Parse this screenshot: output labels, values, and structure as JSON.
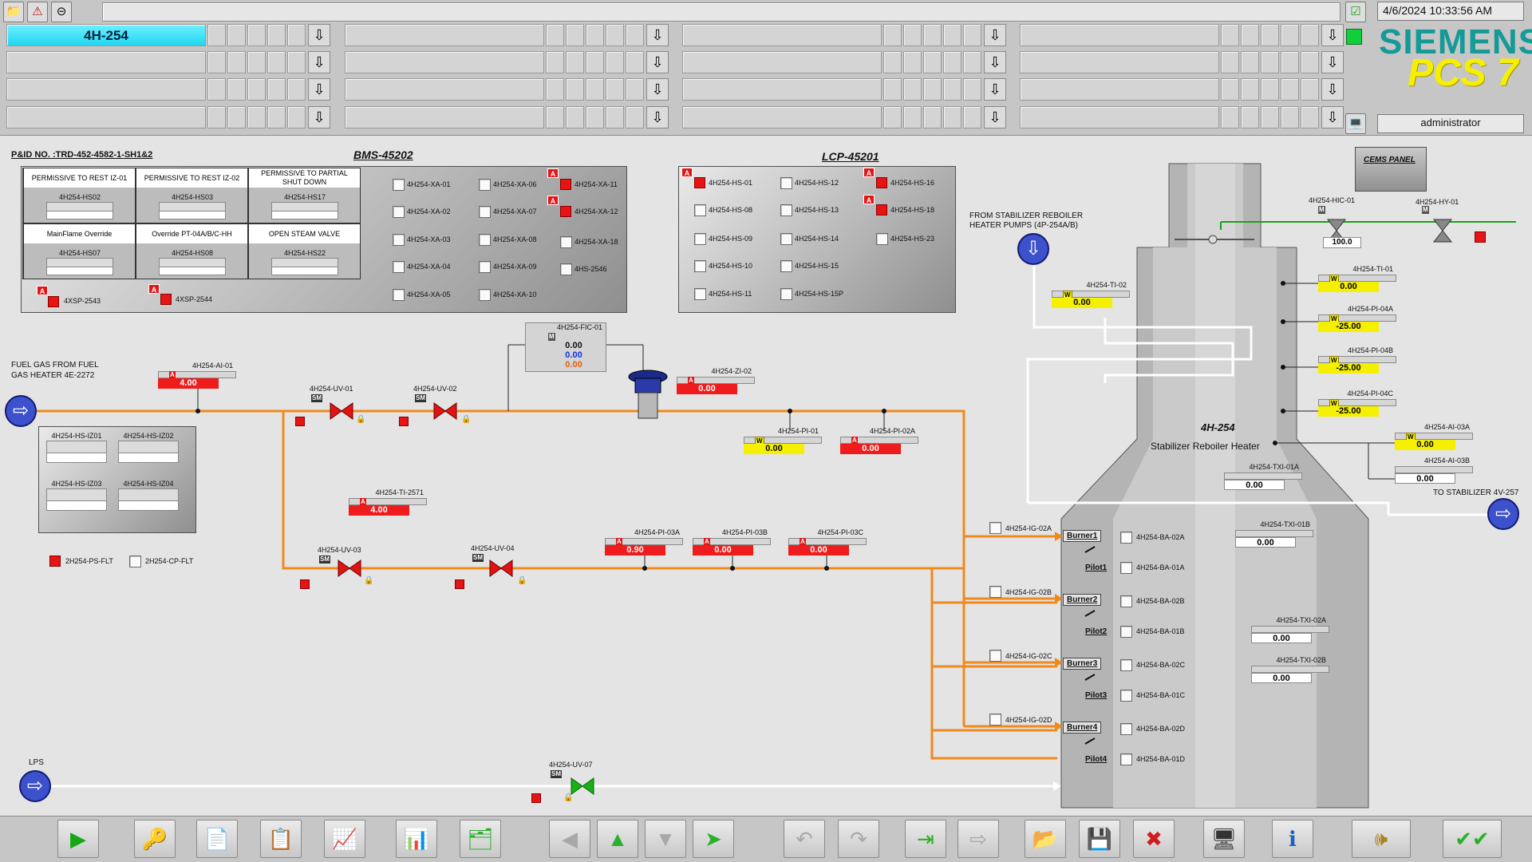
{
  "header": {
    "datetime": "4/6/2024 10:33:56 AM",
    "user": "administrator",
    "brand": "SIEMENS",
    "product": "PCS 7",
    "active_area": "4H-254"
  },
  "pid": {
    "number": "P&ID NO. :TRD-452-4582-1-SH1&2",
    "bms_title": "BMS-45202",
    "lcp_title": "LCP-45201",
    "cems_label": "CEMS PANEL"
  },
  "permissive": [
    {
      "header": "PERMISSIVE TO REST IZ-01",
      "tag": "4H254-HS02"
    },
    {
      "header": "PERMISSIVE TO REST IZ-02",
      "tag": "4H254-HS03"
    },
    {
      "header": "PERMISSIVE TO PARTIAL SHUT DOWN",
      "tag": "4H254-HS17"
    },
    {
      "header": "MainFlame Override",
      "tag": "4H254-HS07"
    },
    {
      "header": "Override PT-04A/B/C-HH",
      "tag": "4H254-HS08"
    },
    {
      "header": "OPEN STEAM VALVE",
      "tag": "4H254-HS22"
    }
  ],
  "xsp": [
    "4XSP-2543",
    "4XSP-2544"
  ],
  "bms_checks": [
    "4H254-XA-01",
    "4H254-XA-02",
    "4H254-XA-03",
    "4H254-XA-04",
    "4H254-XA-05",
    "4H254-XA-06",
    "4H254-XA-07",
    "4H254-XA-08",
    "4H254-XA-09",
    "4H254-XA-10",
    "4H254-XA-11",
    "4H254-XA-12",
    "4H254-XA-18",
    "4HS-2546"
  ],
  "lcp_checks": [
    "4H254-HS-01",
    "4H254-HS-08",
    "4H254-HS-09",
    "4H254-HS-10",
    "4H254-HS-11",
    "4H254-HS-12",
    "4H254-HS-13",
    "4H254-HS-14",
    "4H254-HS-15",
    "4H254-HS-15P",
    "4H254-HS-16",
    "4H254-HS-18",
    "4H254-HS-23"
  ],
  "labels": {
    "fuel_gas": "FUEL GAS FROM FUEL GAS HEATER 4E-2272",
    "stab_pumps": "FROM STABILIZER REBOILER HEATER PUMPS (4P-254A/B)",
    "to_stab": "TO STABILIZER 4V-257",
    "lps": "LPS",
    "heater_tag": "4H-254",
    "heater_name": "Stabilizer Reboiler Heater",
    "ps_flt": "2H254-PS-FLT",
    "cp_flt": "2H254-CP-FLT"
  },
  "iz": [
    "4H254-HS-IZ01",
    "4H254-HS-IZ02",
    "4H254-HS-IZ03",
    "4H254-HS-IZ04"
  ],
  "valves": [
    "4H254-UV-01",
    "4H254-UV-02",
    "4H254-UV-03",
    "4H254-UV-04",
    "4H254-UV-07"
  ],
  "fic": {
    "tag": "4H254-FIC-01",
    "v1": "0.00",
    "v2": "0.00",
    "v3": "0.00"
  },
  "hic": {
    "tag": "4H254-HIC-01",
    "value": "100.0"
  },
  "hy": {
    "tag": "4H254-HY-01"
  },
  "meas": {
    "ai01": {
      "tag": "4H254-AI-01",
      "value": "4.00"
    },
    "zi02": {
      "tag": "4H254-ZI-02",
      "value": "0.00"
    },
    "pi01": {
      "tag": "4H254-PI-01",
      "value": "0.00"
    },
    "pi02a": {
      "tag": "4H254-PI-02A",
      "value": "0.00"
    },
    "ti2571": {
      "tag": "4H254-TI-2571",
      "value": "4.00"
    },
    "pi03a": {
      "tag": "4H254-PI-03A",
      "value": "0.90"
    },
    "pi03b": {
      "tag": "4H254-PI-03B",
      "value": "0.00"
    },
    "pi03c": {
      "tag": "4H254-PI-03C",
      "value": "0.00"
    },
    "ti02": {
      "tag": "4H254-TI-02",
      "value": "0.00"
    },
    "ti01": {
      "tag": "4H254-TI-01",
      "value": "0.00"
    },
    "pi04a": {
      "tag": "4H254-PI-04A",
      "value": "-25.00"
    },
    "pi04b": {
      "tag": "4H254-PI-04B",
      "value": "-25.00"
    },
    "pi04c": {
      "tag": "4H254-PI-04C",
      "value": "-25.00"
    },
    "ai03a": {
      "tag": "4H254-AI-03A",
      "value": "0.00"
    },
    "ai03b": {
      "tag": "4H254-AI-03B",
      "value": "0.00"
    },
    "txi01a": {
      "tag": "4H254-TXI-01A",
      "value": "0.00"
    },
    "txi01b": {
      "tag": "4H254-TXI-01B",
      "value": "0.00"
    },
    "txi02a": {
      "tag": "4H254-TXI-02A",
      "value": "0.00"
    },
    "txi02b": {
      "tag": "4H254-TXI-02B",
      "value": "0.00"
    }
  },
  "burners": [
    {
      "ig": "4H254-IG-02A",
      "name": "Burner1",
      "pilot": "Pilot1",
      "ba1": "4H254-BA-02A",
      "ba2": "4H254-BA-01A"
    },
    {
      "ig": "4H254-IG-02B",
      "name": "Burner2",
      "pilot": "Pilot2",
      "ba1": "4H254-BA-02B",
      "ba2": "4H254-BA-01B"
    },
    {
      "ig": "4H254-IG-02C",
      "name": "Burner3",
      "pilot": "Pilot3",
      "ba1": "4H254-BA-02C",
      "ba2": "4H254-BA-01C"
    },
    {
      "ig": "4H254-IG-02D",
      "name": "Burner4",
      "pilot": "Pilot4",
      "ba1": "4H254-BA-02D",
      "ba2": "4H254-BA-01D"
    }
  ],
  "colors": {
    "line_orange": "#f08a1c",
    "alarm_red": "#e61414",
    "warn_yellow": "#f5f000",
    "active_cyan": "#2ad9f0"
  }
}
